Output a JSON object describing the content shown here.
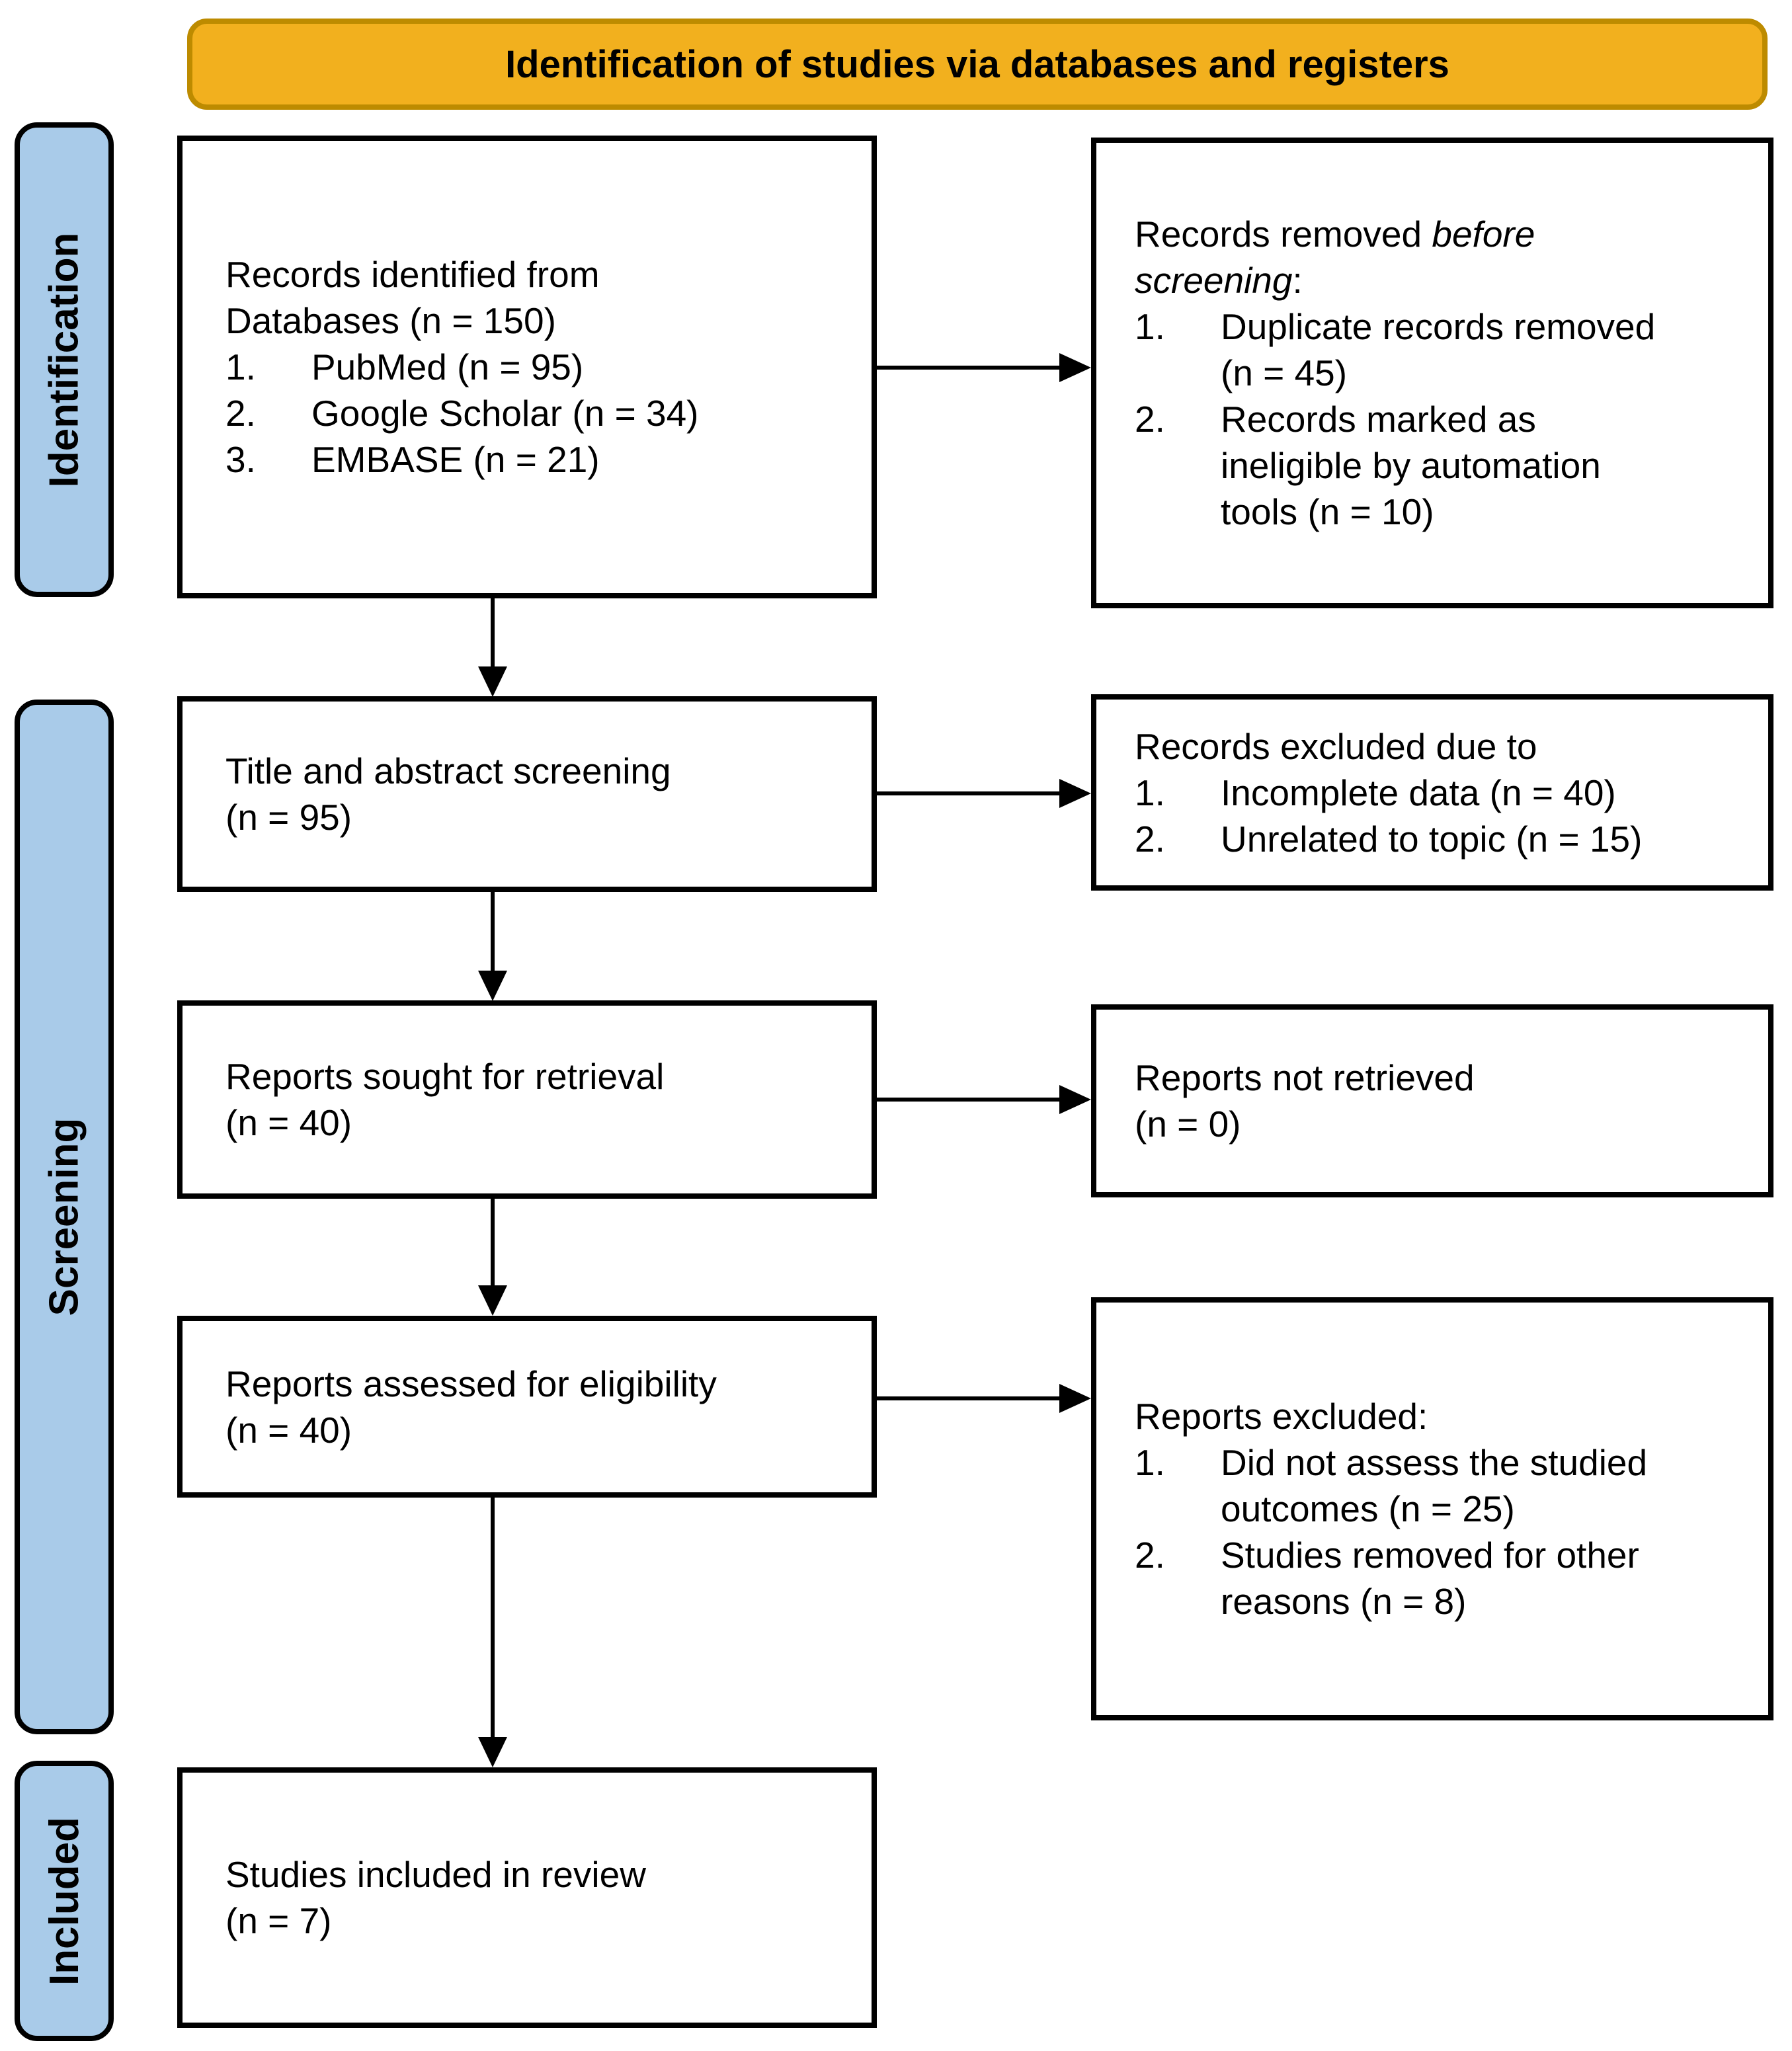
{
  "banner": {
    "title": "Identification of studies via databases and registers"
  },
  "stages": {
    "identification": "Identification",
    "screening": "Screening",
    "included": "Included"
  },
  "colors": {
    "banner_fill": "#F2B01E",
    "banner_border": "#BD8B00",
    "stage_fill": "#A9CBE9",
    "box_border": "#000000"
  },
  "boxes": {
    "records_identified": {
      "line1": "Records identified from",
      "line2": "Databases (n = 150)",
      "items": [
        "PubMed (n = 95)",
        "Google Scholar (n = 34)",
        "EMBASE (n = 21)"
      ]
    },
    "records_removed": {
      "line1_normal": "Records removed ",
      "line1_italic": "before",
      "line2_italic": "screening",
      "line2_normal": ":",
      "items": [
        "Duplicate records removed (n = 45)",
        "Records marked as ineligible by automation tools (n = 10)"
      ]
    },
    "title_abstract": {
      "line1": "Title and abstract screening",
      "line2": "(n = 95)"
    },
    "records_excluded": {
      "title": "Records excluded due to",
      "items": [
        "Incomplete data (n = 40)",
        "Unrelated to topic (n = 15)"
      ]
    },
    "reports_sought": {
      "line1": "Reports sought for retrieval",
      "line2": "(n = 40)"
    },
    "reports_not_retrieved": {
      "line1": "Reports not retrieved",
      "line2": "(n = 0)"
    },
    "reports_assessed": {
      "line1": "Reports assessed for eligibility",
      "line2": "(n = 40)"
    },
    "reports_excluded": {
      "title": "Reports excluded:",
      "items": [
        "Did not assess the studied outcomes (n = 25)",
        "Studies removed for other reasons (n = 8)"
      ]
    },
    "studies_included": {
      "line1": "Studies included in review",
      "line2": "(n = 7)"
    }
  }
}
